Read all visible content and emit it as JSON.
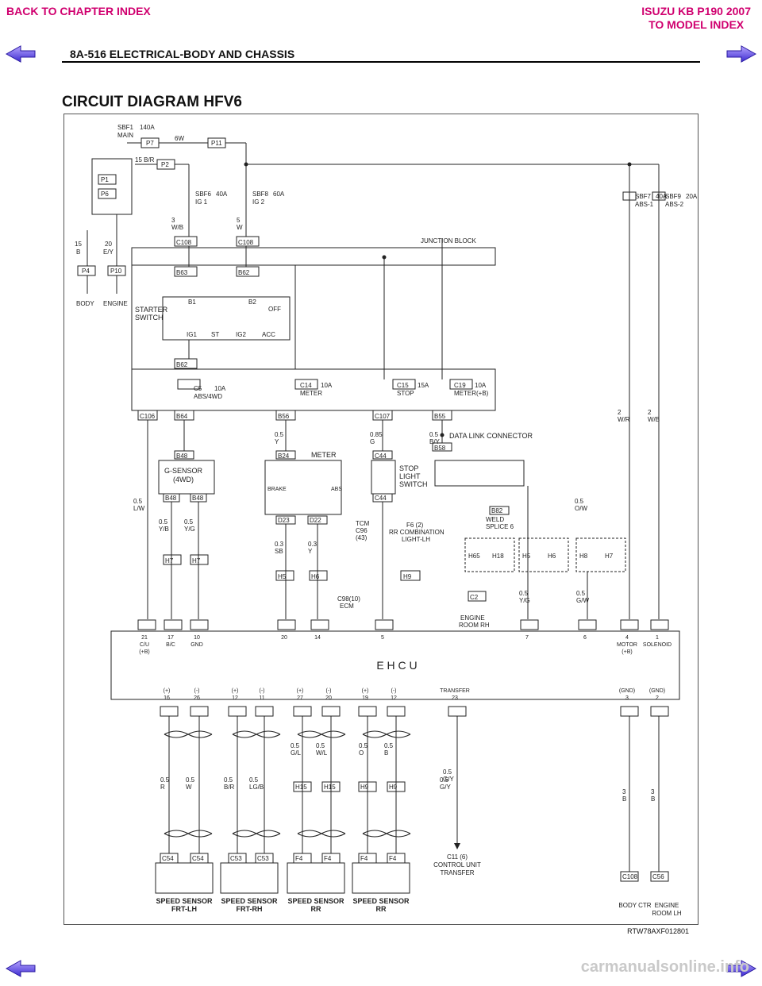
{
  "nav": {
    "back_chapter": "BACK TO CHAPTER INDEX",
    "model_line1": "ISUZU KB P190 2007",
    "model_line2": "TO MODEL INDEX"
  },
  "header": {
    "title": "8A-516  ELECTRICAL-BODY AND CHASSIS"
  },
  "section_title": "CIRCUIT DIAGRAM HFV6",
  "reference_code": "RTW78AXF012801",
  "watermark": "carmanualsonline.info",
  "diagram": {
    "main_fuse": [
      "SBF1",
      "140A",
      "MAIN"
    ],
    "power": [
      "P7",
      "6W",
      "P11",
      "P2",
      "15 B/R",
      "P1",
      "P6",
      "15",
      "B",
      "20",
      "E/Y",
      "P4",
      "P10",
      "BODY",
      "ENGINE"
    ],
    "fuses": [
      [
        "SBF6",
        "40A",
        "IG 1"
      ],
      [
        "SBF8",
        "60A",
        "IG 2"
      ],
      [
        "SBF7",
        "40A",
        "ABS-1"
      ],
      [
        "SBF9",
        "20A",
        "ABS-2"
      ],
      [
        "C5",
        "10A",
        "ABS/4WD"
      ],
      [
        "C14",
        "10A",
        "METER"
      ],
      [
        "C15",
        "15A",
        "STOP"
      ],
      [
        "C19",
        "10A",
        "METER(+B)"
      ]
    ],
    "connectors": [
      "C108",
      "C108",
      "B63",
      "B62",
      "B62",
      "C106",
      "B64",
      "B56",
      "C107",
      "B55",
      "B48",
      "B48",
      "B48",
      "B24",
      "D23",
      "D22",
      "C44",
      "C44",
      "B58",
      "B82",
      "H7",
      "H7",
      "H5",
      "H6",
      "H9",
      "H65",
      "H18",
      "H5",
      "H6",
      "H8",
      "H7",
      "C2"
    ],
    "wires": [
      "3",
      "W/B",
      "5",
      "W",
      "0.5",
      "L/W",
      "0.5",
      "Y",
      "0.85",
      "G",
      "0.5",
      "B/Y",
      "0.5",
      "Y/B",
      "0.5",
      "Y/G",
      "0.3",
      "SB",
      "0.3",
      "Y",
      "0.5",
      "O/W",
      "2",
      "W/R",
      "2",
      "W/B",
      "0.5",
      "Y/G",
      "0.5",
      "G/W",
      "0.5",
      "G/Y"
    ],
    "junction_block": "JUNCTION BLOCK",
    "starter_switch": [
      "STARTER",
      "SWITCH",
      "B1",
      "B2",
      "OFF",
      "IG1",
      "ST",
      "IG2",
      "ACC"
    ],
    "components": [
      "G-SENSOR",
      "(4WD)",
      "METER",
      "BRAKE",
      "ABS",
      "STOP",
      "LIGHT",
      "SWITCH",
      "DATA LINK CONNECTOR",
      "WELD",
      "SPLICE 6",
      "TCM",
      "C96",
      "(43)",
      "F6 (2)",
      "RR COMBINATION",
      "LIGHT-LH",
      "C98(10)",
      "ECM",
      "ENGINE",
      "ROOM RH"
    ],
    "ehcu": {
      "label": "E H C U",
      "top_pins": [
        [
          "21",
          "C/U",
          "(+B)"
        ],
        [
          "17",
          "B/C"
        ],
        [
          "10",
          "GND"
        ],
        [
          "20"
        ],
        [
          "14"
        ],
        [
          "5"
        ],
        [
          "7"
        ],
        [
          "6"
        ],
        [
          "4",
          "MOTOR",
          "(+B)"
        ],
        [
          "1",
          "SOLENOID"
        ]
      ],
      "bottom_pins": [
        "(+)",
        "16",
        "(-)",
        "26",
        "(+)",
        "12",
        "(-)",
        "11",
        "(+)",
        "27",
        "(-)",
        "20",
        "(+)",
        "19",
        "(-)",
        "12",
        "TRANSFER",
        "23",
        "(GND)",
        "3",
        "(GND)",
        "2"
      ]
    },
    "lower_wires": [
      "0.5",
      "R",
      "0.5",
      "W",
      "0.5",
      "B/R",
      "0.5",
      "LG/B",
      "0.5",
      "G/L",
      "0.5",
      "W/L",
      "0.5",
      "O",
      "0.5",
      "B",
      "0.5",
      "G/Y",
      "3",
      "B",
      "3",
      "B"
    ],
    "lower_connectors": [
      "H15",
      "H15",
      "H9",
      "H9",
      "C54",
      "C54",
      "C53",
      "C53",
      "F4",
      "F4",
      "F4",
      "F4",
      "C108",
      "C56"
    ],
    "bottom_labels": [
      [
        "SPEED SENSOR",
        "FRT-LH"
      ],
      [
        "SPEED SENSOR",
        "FRT-RH"
      ],
      [
        "SPEED SENSOR",
        "RR"
      ],
      [
        "SPEED SENSOR",
        "RR"
      ],
      [
        "C11 (6)",
        "CONTROL UNIT",
        "TRANSFER"
      ],
      [
        "BODY CTR"
      ],
      [
        "ENGINE",
        "ROOM LH"
      ]
    ]
  }
}
